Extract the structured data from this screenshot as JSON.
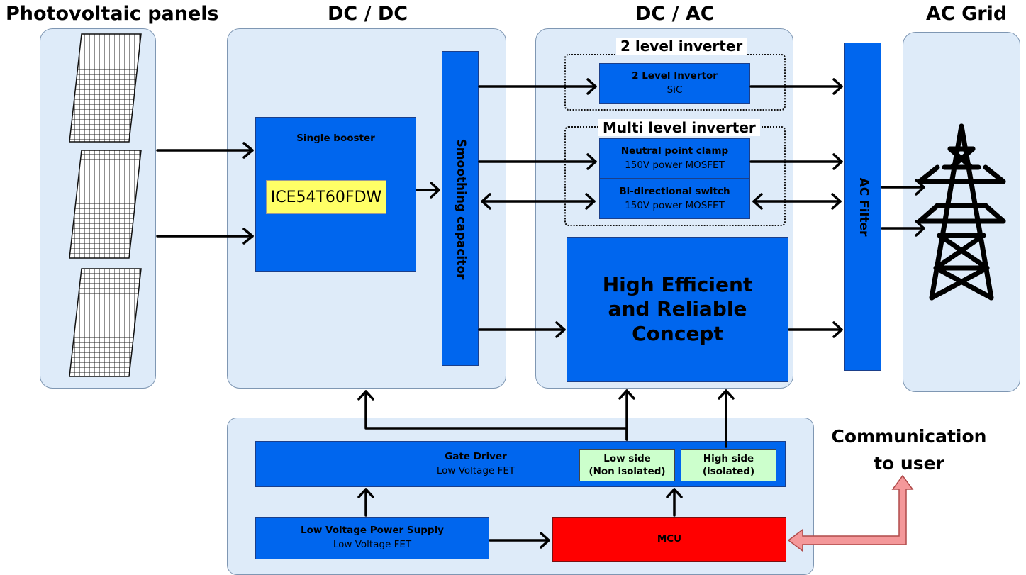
{
  "headings": {
    "pv": "Photovoltaic panels",
    "dcdc": "DC / DC",
    "dcac": "DC / AC",
    "grid": "AC Grid",
    "comm_line1": "Communication",
    "comm_line2": "to user"
  },
  "dcdc": {
    "booster_title": "Single booster",
    "part_number": "ICE54T60FDW",
    "smoothing_capacitor": "Smoothing capacitor"
  },
  "dcac": {
    "two_level_group": "2 level inverter",
    "two_level_block_title": "2 Level Invertor",
    "two_level_block_sub": "SiC",
    "multi_level_group": "Multi level inverter",
    "npc_title": "Neutral point clamp",
    "npc_sub": "150V power MOSFET",
    "bidir_title": "Bi-directional switch",
    "bidir_sub": "150V power MOSFET",
    "concept_line1": "High Efficient",
    "concept_line2": "and Reliable",
    "concept_line3": "Concept"
  },
  "ac_filter": "AC Filter",
  "control": {
    "gate_driver_title": "Gate Driver",
    "gate_driver_sub": "Low Voltage FET",
    "low_side_line1": "Low side",
    "low_side_line2": "(Non isolated)",
    "high_side_line1": "High side",
    "high_side_line2": "(isolated)",
    "lvps_title": "Low Voltage Power Supply",
    "lvps_sub": "Low Voltage FET",
    "mcu": "MCU"
  },
  "colors": {
    "block_blue": "#0066ee",
    "panel_bg": "#deebf9",
    "mcu_red": "#ff0000",
    "part_yellow": "#ffff66",
    "side_green": "#ccffcc",
    "comm_arrow": "#f4989a"
  },
  "icons": [
    "solar-panel-icon",
    "transmission-tower-icon"
  ]
}
